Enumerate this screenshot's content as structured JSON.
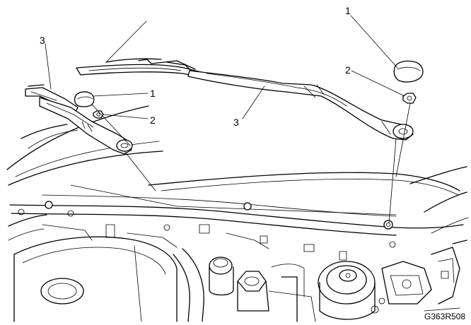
{
  "callouts": [
    {
      "id": "c1-right",
      "text": "1"
    },
    {
      "id": "c2-right",
      "text": "2"
    },
    {
      "id": "c3-right",
      "text": "3"
    },
    {
      "id": "c3-left",
      "text": "3"
    },
    {
      "id": "c1-left",
      "text": "1"
    },
    {
      "id": "c2-left",
      "text": "2"
    }
  ],
  "figure_code": "G363R508"
}
